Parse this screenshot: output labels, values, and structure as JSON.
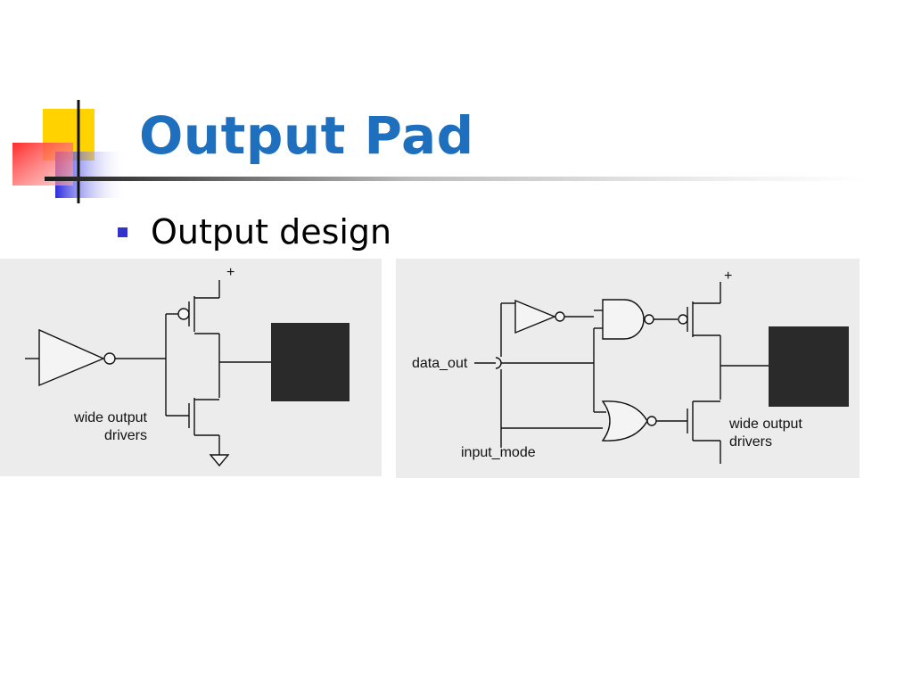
{
  "slide": {
    "title": "Output Pad",
    "bullet": "Output design"
  },
  "left_diagram": {
    "supply_label": "+",
    "driver_label_line1": "wide output",
    "driver_label_line2": "drivers"
  },
  "right_diagram": {
    "supply_label": "+",
    "data_out_label": "data_out",
    "input_mode_label": "input_mode",
    "driver_label_line1": "wide output",
    "driver_label_line2": "drivers"
  },
  "colors": {
    "title": "#1f6fbf",
    "bullet": "#3333cc",
    "pad": "#2a2a2a",
    "panel_bg": "#ececec"
  }
}
